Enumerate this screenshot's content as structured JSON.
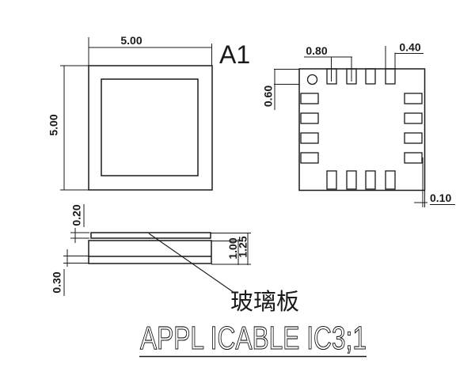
{
  "drawing": {
    "background_color": "#ffffff",
    "line_color": "#1a1a1a",
    "revision": "A1",
    "title": "APPL ICABLE IC3;1",
    "glass_label": "玻璃板",
    "top_view": {
      "width": "5.00",
      "height": "5.00"
    },
    "pad_view": {
      "pad_pitch": "0.80",
      "pad_width": "0.40",
      "pad_length": "0.60",
      "edge_offset": "0.10",
      "pads_per_side": 4,
      "total_pads": 16,
      "pin1_marker": "circle"
    },
    "side_view": {
      "glass_thickness": "0.20",
      "bottom_layer_height": "0.30",
      "body_height": "1.00",
      "total_height": "1.25"
    }
  }
}
